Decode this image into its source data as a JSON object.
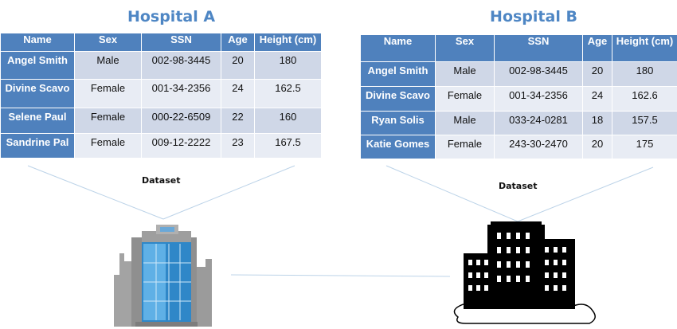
{
  "hospital_a": {
    "title": "Hospital A",
    "columns": [
      "Name",
      "Sex",
      "SSN",
      "Age",
      "Height (cm)"
    ],
    "rows": [
      [
        "Angel Smith",
        "Male",
        "002-98-3445",
        "20",
        "180"
      ],
      [
        "Divine Scavo",
        "Female",
        "001-34-2356",
        "24",
        "162.5"
      ],
      [
        "Selene Paul",
        "Female",
        "000-22-6509",
        "22",
        "160"
      ],
      [
        "Sandrine Pal",
        "Female",
        "009-12-2222",
        "23",
        "167.5"
      ]
    ],
    "dataset_label": "Dataset"
  },
  "hospital_b": {
    "title": "Hospital B",
    "columns": [
      "Name",
      "Sex",
      "SSN",
      "Age",
      "Height (cm)"
    ],
    "rows": [
      [
        "Angel Smith",
        "Male",
        "002-98-3445",
        "20",
        "180"
      ],
      [
        "Divine Scavo",
        "Female",
        "001-34-2356",
        "24",
        "162.6"
      ],
      [
        "Ryan Solis",
        "Male",
        "033-24-0281",
        "18",
        "157.5"
      ],
      [
        "Katie Gomes",
        "Female",
        "243-30-2470",
        "20",
        "175"
      ]
    ],
    "dataset_label": "Dataset"
  },
  "colors": {
    "title": "#4e86c4",
    "header": "#4f81bd",
    "row_odd": "#cfd7e7",
    "row_even": "#e8ecf4",
    "connector": "#bcd3e8"
  }
}
